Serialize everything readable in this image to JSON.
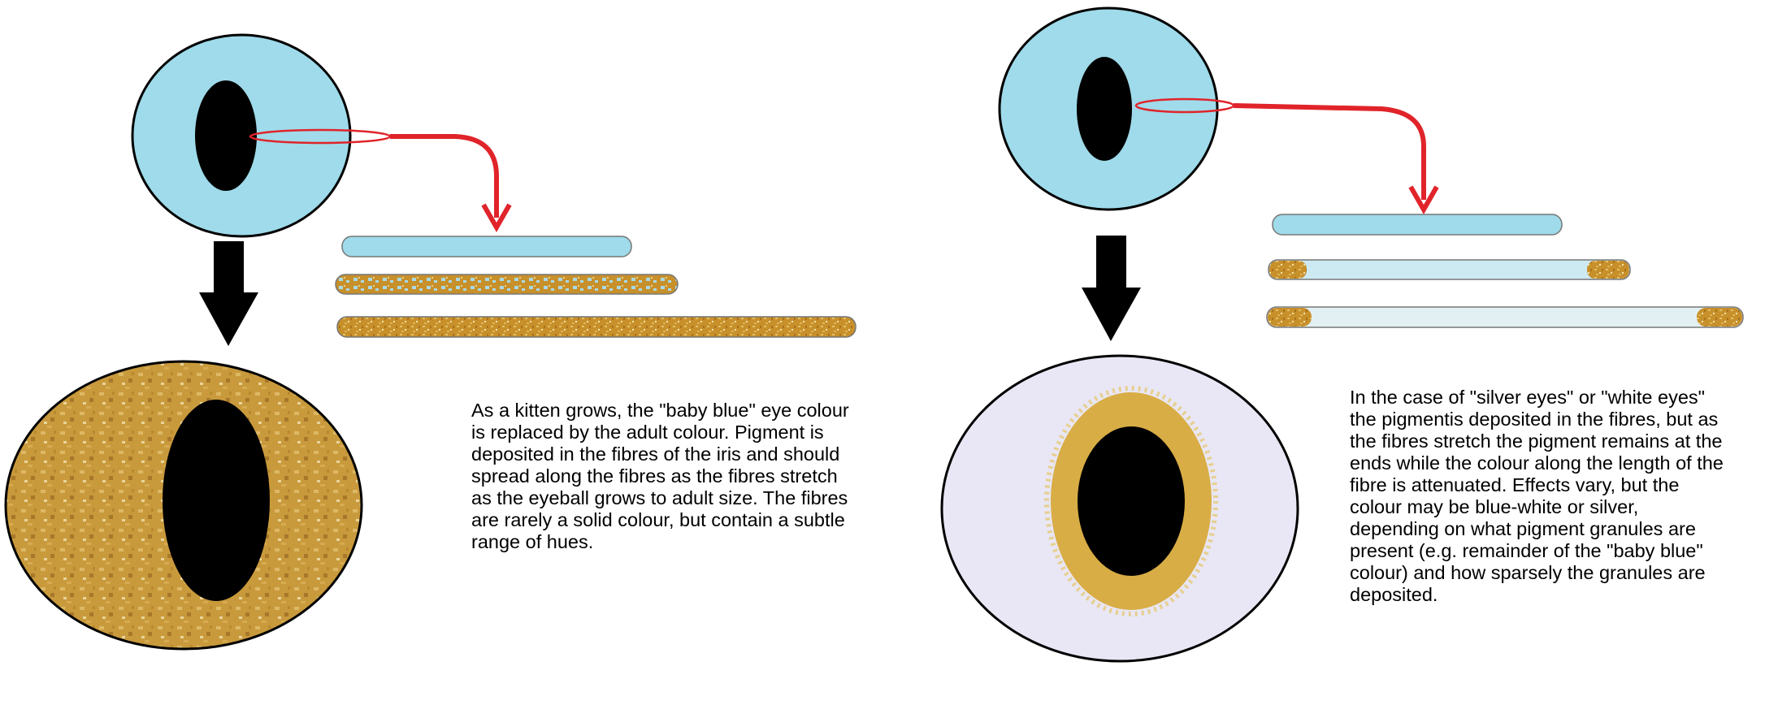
{
  "colors": {
    "baby_blue": "#9fdbea",
    "pale_blue": "#cdeaf3",
    "gold": "#c8902a",
    "gold_light": "#d9ad45",
    "lavender": "#e9e7f5",
    "arrow_red": "#e0242a",
    "black": "#000000"
  },
  "left_panel": {
    "caption_lines": [
      "As a kitten grows, the \"baby blue\" eye colour",
      "is replaced by the adult colour. Pigment is",
      "deposited in the fibres of the iris and should",
      "spread along the fibres as the fibres stretch",
      "as the eyeball grows to adult size. The fibres",
      "are rarely a solid colour, but contain a subtle",
      "range of hues."
    ]
  },
  "right_panel": {
    "caption_lines": [
      "In the case of \"silver eyes\" or \"white eyes\"",
      "the pigmentis deposited in the fibres, but as",
      "the fibres stretch the pigment remains at the",
      "ends while the colour along the length of the",
      "fibre is attenuated. Effects vary, but the",
      "colour may be blue-white or silver,",
      "depending on what pigment granules are",
      "present (e.g. remainder of the \"baby blue\"",
      "colour) and how sparsely the granules are",
      "deposited."
    ]
  }
}
